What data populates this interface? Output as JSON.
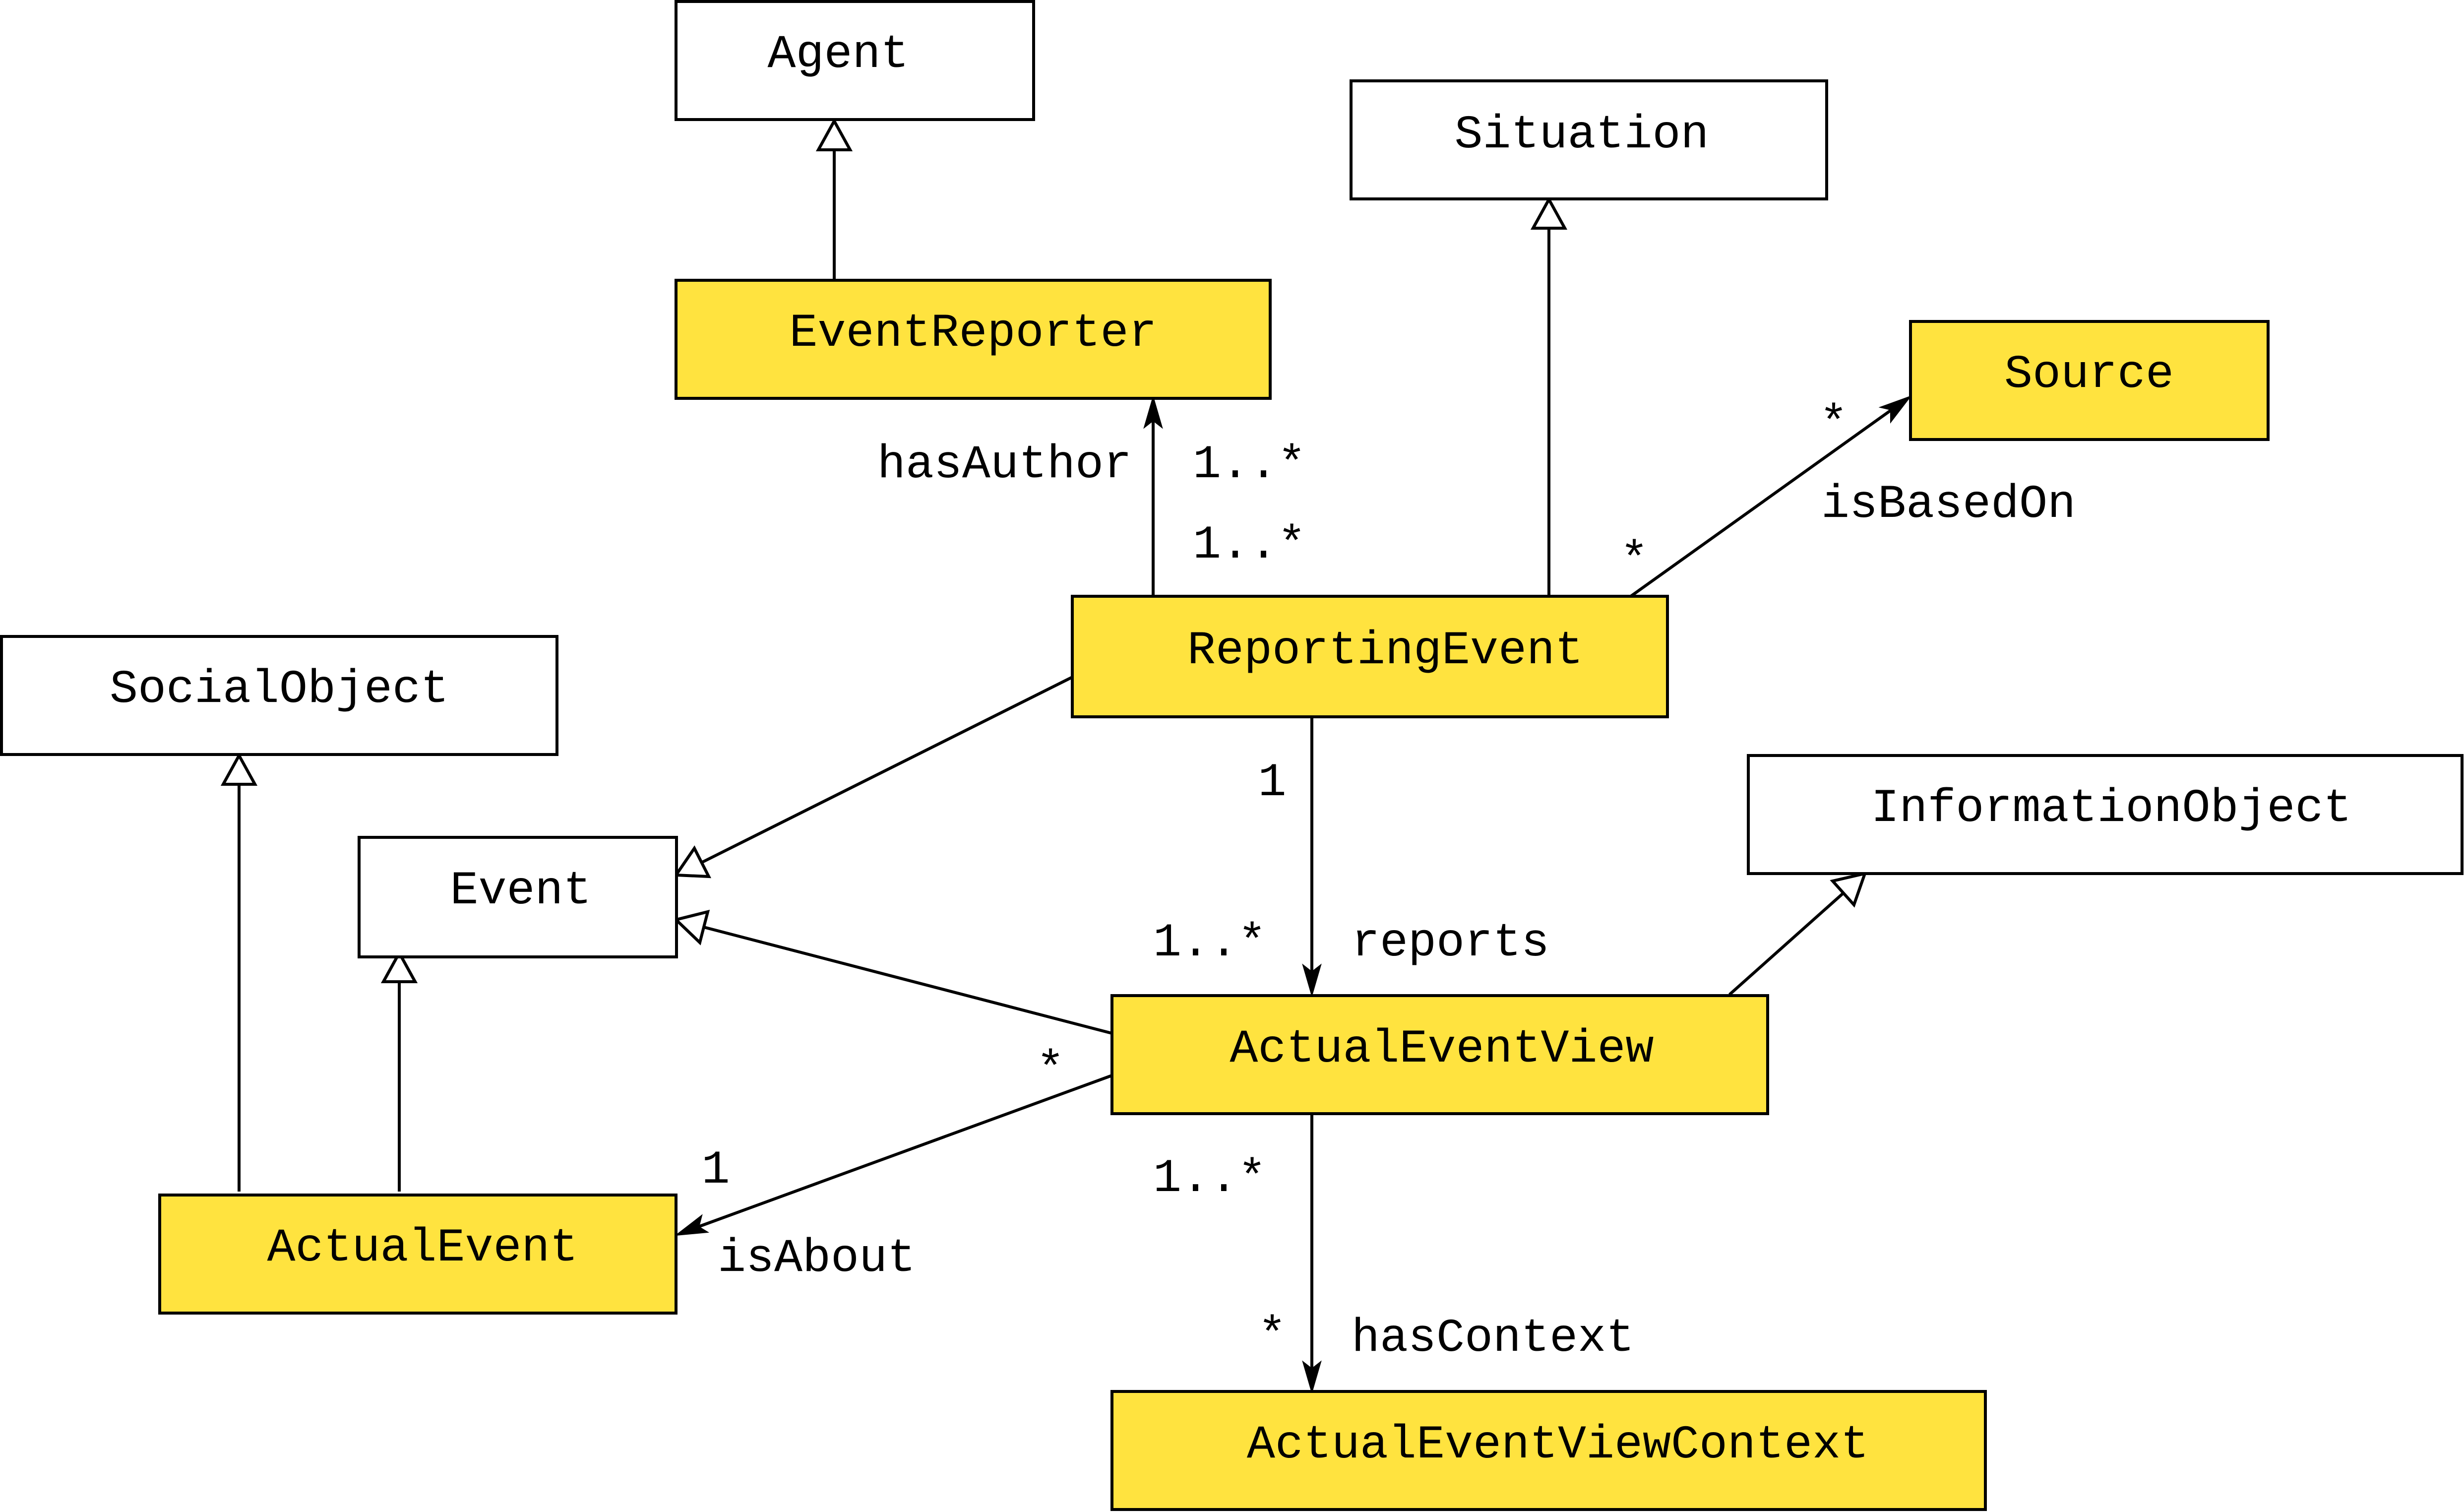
{
  "colors": {
    "highlight": "#FFE33F",
    "plain": "#FFFFFF",
    "stroke": "#000000"
  },
  "classes": {
    "agent": {
      "name": "Agent",
      "highlighted": false
    },
    "situation": {
      "name": "Situation",
      "highlighted": false
    },
    "event_reporter": {
      "name": "EventReporter",
      "highlighted": true
    },
    "source": {
      "name": "Source",
      "highlighted": true
    },
    "social_object": {
      "name": "SocialObject",
      "highlighted": false
    },
    "reporting_event": {
      "name": "ReportingEvent",
      "highlighted": true
    },
    "event": {
      "name": "Event",
      "highlighted": false
    },
    "information_object": {
      "name": "InformationObject",
      "highlighted": false
    },
    "actual_event_view": {
      "name": "ActualEventView",
      "highlighted": true
    },
    "actual_event": {
      "name": "ActualEvent",
      "highlighted": true
    },
    "actual_event_view_context": {
      "name": "ActualEventViewContext",
      "highlighted": true
    }
  },
  "generalizations": [
    {
      "child": "EventReporter",
      "parent": "Agent"
    },
    {
      "child": "ReportingEvent",
      "parent": "Situation"
    },
    {
      "child": "ReportingEvent",
      "parent": "Event"
    },
    {
      "child": "ActualEventView",
      "parent": "Event"
    },
    {
      "child": "ActualEventView",
      "parent": "InformationObject"
    },
    {
      "child": "ActualEvent",
      "parent": "Event"
    },
    {
      "child": "ActualEvent",
      "parent": "SocialObject"
    }
  ],
  "associations": {
    "has_author": {
      "from": "ReportingEvent",
      "to": "EventReporter",
      "label": "hasAuthor",
      "source_mult": "1..*",
      "target_mult": "1..*"
    },
    "is_based_on": {
      "from": "ReportingEvent",
      "to": "Source",
      "label": "isBasedOn",
      "source_mult": "*",
      "target_mult": "*"
    },
    "reports": {
      "from": "ReportingEvent",
      "to": "ActualEventView",
      "label": "reports",
      "source_mult": "1",
      "target_mult": "1..*"
    },
    "is_about": {
      "from": "ActualEventView",
      "to": "ActualEvent",
      "label": "isAbout",
      "source_mult": "*",
      "target_mult": "1"
    },
    "has_context": {
      "from": "ActualEventView",
      "to": "ActualEventViewContext",
      "label": "hasContext",
      "source_mult": "1..*",
      "target_mult": "*"
    }
  }
}
